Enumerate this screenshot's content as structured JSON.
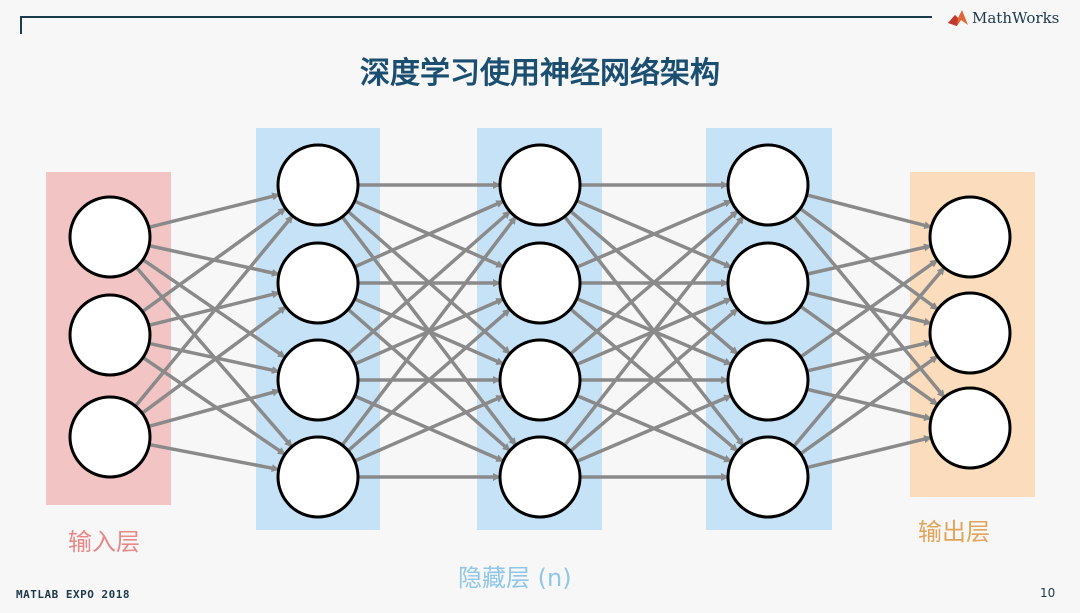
{
  "slide": {
    "title": "深度学习使用神经网络架构",
    "brand": "MathWorks",
    "footer": "MATLAB EXPO 2018",
    "page_number": "10"
  },
  "layers": [
    {
      "label": "输入层",
      "nodes": 3,
      "fill": "#f2c4c4",
      "label_color": "#e8888a"
    },
    {
      "label": "",
      "nodes": 4,
      "fill": "#c6e2f7",
      "label_color": "#8fc6ea"
    },
    {
      "label": "",
      "nodes": 4,
      "fill": "#c6e2f7",
      "label_color": "#8fc6ea"
    },
    {
      "label": "",
      "nodes": 4,
      "fill": "#c6e2f7",
      "label_color": "#8fc6ea"
    },
    {
      "label": "输出层",
      "nodes": 3,
      "fill": "#fbdcbc",
      "label_color": "#e0a55a"
    }
  ],
  "hidden_label": "隐藏层 (n)",
  "colors": {
    "edge": "#8a8a8a",
    "node_fill": "#ffffff",
    "node_stroke": "#000000"
  }
}
